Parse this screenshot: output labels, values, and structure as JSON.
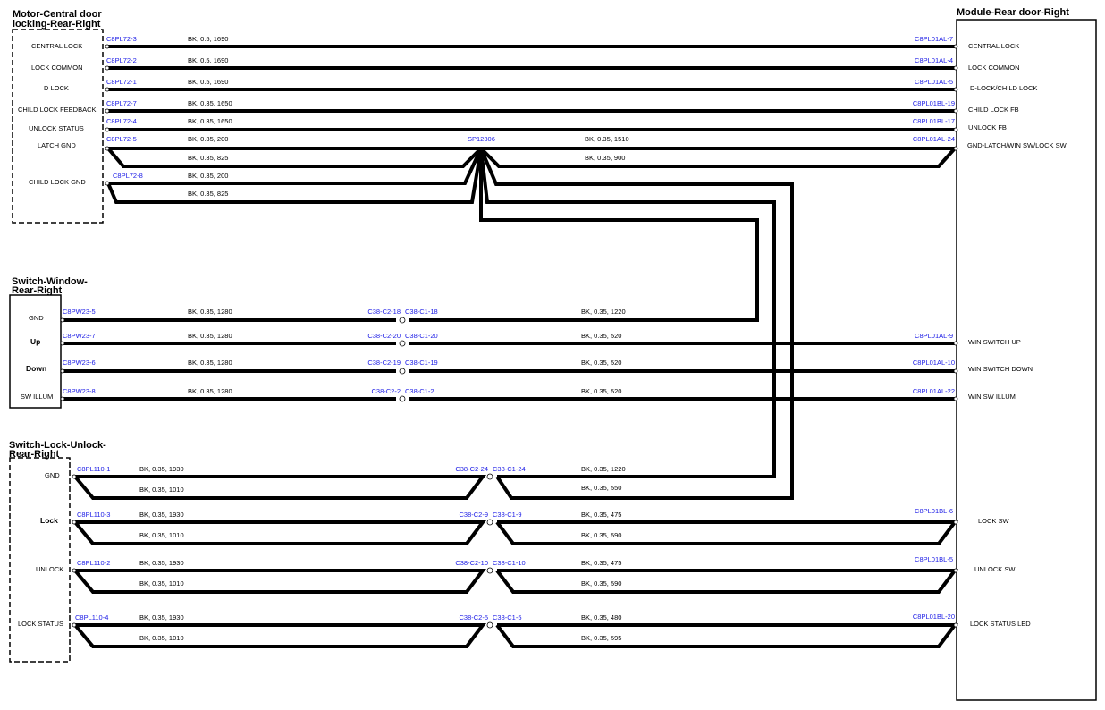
{
  "components": {
    "motor_title_1": "Motor-Central door",
    "motor_title_2": "locking-Rear-Right",
    "module_title": "Module-Rear door-Right",
    "window_title_1": "Switch-Window-",
    "window_title_2": "Rear-Right",
    "lock_title_1": "Switch-Lock-Unlock-",
    "lock_title_2": "Rear-Right"
  },
  "motor_pins": [
    "CENTRAL LOCK",
    "LOCK COMMON",
    "D LOCK",
    "CHILD LOCK FEEDBACK",
    "UNLOCK STATUS",
    "LATCH GND",
    "CHILD LOCK GND"
  ],
  "module_pins": [
    "CENTRAL LOCK",
    "LOCK COMMON",
    "D-LOCK/CHILD LOCK",
    "CHILD LOCK FB",
    "UNLOCK FB",
    "GND-LATCH/WIN SW/LOCK SW",
    "WIN SWITCH UP",
    "WIN SWITCH DOWN",
    "WIN SW ILLUM",
    "LOCK SW",
    "UNLOCK SW",
    "LOCK STATUS LED"
  ],
  "window_pins": [
    "GND",
    "Up",
    "Down",
    "SW ILLUM"
  ],
  "lock_pins": [
    "GND",
    "Lock",
    "UNLOCK",
    "LOCK STATUS"
  ],
  "splice": "SP12306",
  "connectors": {
    "m1": "C8PL72-3",
    "m2": "C8PL72-2",
    "m3": "C8PL72-1",
    "m4": "C8PL72-7",
    "m5": "C8PL72-4",
    "m6": "C8PL72-5",
    "m7": "C8PL72-8",
    "r1": "C8PL01AL-7",
    "r2": "C8PL01AL-4",
    "r3": "C8PL01AL-5",
    "r4": "C8PL01BL-19",
    "r5": "C8PL01BL-17",
    "r6": "C8PL01AL-24",
    "r7": "C8PL01AL-9",
    "r8": "C8PL01AL-10",
    "r9": "C8PL01AL-22",
    "r10": "C8PL01BL-6",
    "r11": "C8PL01BL-5",
    "r12": "C8PL01BL-20",
    "w1": "C8PW23-5",
    "w2": "C8PW23-7",
    "w3": "C8PW23-6",
    "w4": "C8PW23-8",
    "wa1": "C38-C2-18",
    "wb1": "C38-C1-18",
    "wa2": "C38-C2-20",
    "wb2": "C38-C1-20",
    "wa3": "C38-C2-19",
    "wb3": "C38-C1-19",
    "wa4": "C38-C2-2",
    "wb4": "C38-C1-2",
    "l1": "C8PL110-1",
    "l2": "C8PL110-3",
    "l3": "C8PL110-2",
    "l4": "C8PL110-4",
    "la1": "C38-C2-24",
    "lb1": "C38-C1-24",
    "la2": "C38-C2-9",
    "lb2": "C38-C1-9",
    "la3": "C38-C2-10",
    "lb3": "C38-C1-10",
    "la4": "C38-C2-5",
    "lb4": "C38-C1-5"
  },
  "wires": {
    "m1": "BK,  0.5,  1690",
    "m2": "BK,  0.5,  1690",
    "m3": "BK,  0.5,  1690",
    "m4": "BK,  0.35,  1650",
    "m5": "BK,  0.35,  1650",
    "m6a": "BK,  0.35,  200",
    "m6b": "BK,  0.35,  825",
    "m7a": "BK,  0.35,  200",
    "m7b": "BK,  0.35,  825",
    "sp1": "BK,  0.35,  1510",
    "sp2": "BK,  0.35,  900",
    "w1a": "BK,  0.35,  1280",
    "w1b": "BK,  0.35,  1220",
    "w2a": "BK,  0.35,  1280",
    "w2b": "BK,  0.35,  520",
    "w3a": "BK,  0.35,  1280",
    "w3b": "BK,  0.35,  520",
    "w4a": "BK,  0.35,  1280",
    "w4b": "BK,  0.35,  520",
    "l1a": "BK,  0.35,  1930",
    "l1b": "BK,  0.35,  1010",
    "l1c": "BK,  0.35,  1220",
    "l1d": "BK,  0.35,  550",
    "l2a": "BK,  0.35,  1930",
    "l2b": "BK,  0.35,  1010",
    "l2c": "BK,  0.35,  475",
    "l2d": "BK,  0.35,  590",
    "l3a": "BK,  0.35,  1930",
    "l3b": "BK,  0.35,  1010",
    "l3c": "BK,  0.35,  475",
    "l3d": "BK,  0.35,  590",
    "l4a": "BK,  0.35,  1930",
    "l4b": "BK,  0.35,  1010",
    "l4c": "BK,  0.35,  480",
    "l4d": "BK,  0.35,  595"
  }
}
